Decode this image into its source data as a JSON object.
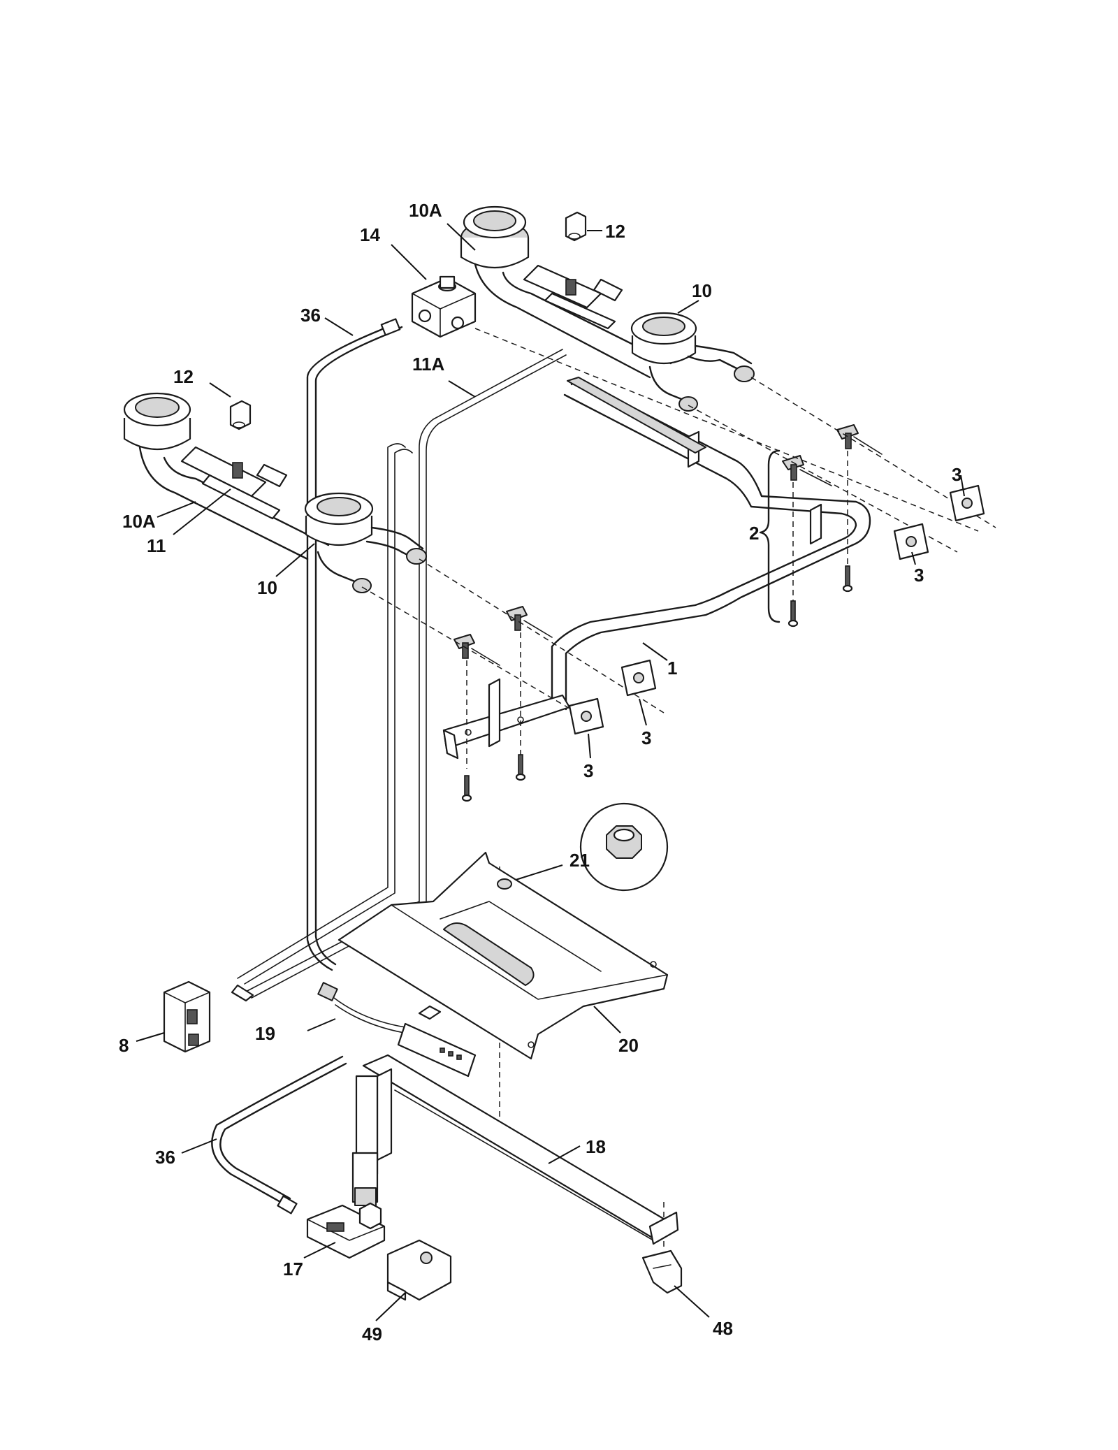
{
  "labels": {
    "l10a_top": "10A",
    "l14": "14",
    "l12_top": "12",
    "l10_top": "10",
    "l36_top": "36",
    "l11a": "11A",
    "l12_left": "12",
    "l3_right_top": "3",
    "l10a_left": "10A",
    "l11": "11",
    "l2": "2",
    "l3_right_mid": "3",
    "l10_left": "10",
    "l1": "1",
    "l3_front_right": "3",
    "l3_front_left": "3",
    "l21": "21",
    "l8": "8",
    "l19": "19",
    "l20": "20",
    "l36_bottom": "36",
    "l18": "18",
    "l17": "17",
    "l49": "49",
    "l48": "48"
  }
}
